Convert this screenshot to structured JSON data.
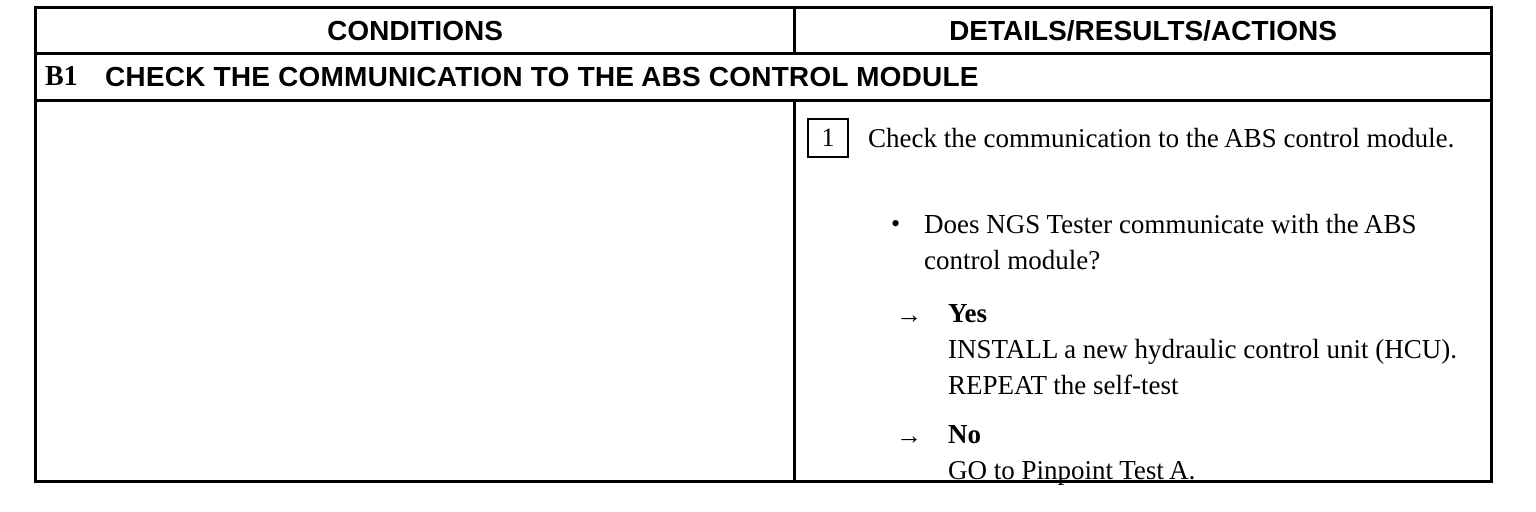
{
  "table": {
    "header_conditions": "CONDITIONS",
    "header_details": "DETAILS/RESULTS/ACTIONS",
    "section_number": "B1",
    "section_title": "CHECK THE COMMUNICATION TO THE ABS CONTROL MODULE"
  },
  "step": {
    "number": "1",
    "instruction": "Check the communication to the ABS control module.",
    "bullet_symbol": "•",
    "question": "Does NGS Tester communicate with the ABS control module?",
    "answers": [
      {
        "arrow": "→",
        "label": "Yes",
        "action": "INSTALL a new hydraulic control unit (HCU). REPEAT the self-test"
      },
      {
        "arrow": "→",
        "label": "No",
        "action": "GO to Pinpoint Test A."
      }
    ]
  }
}
